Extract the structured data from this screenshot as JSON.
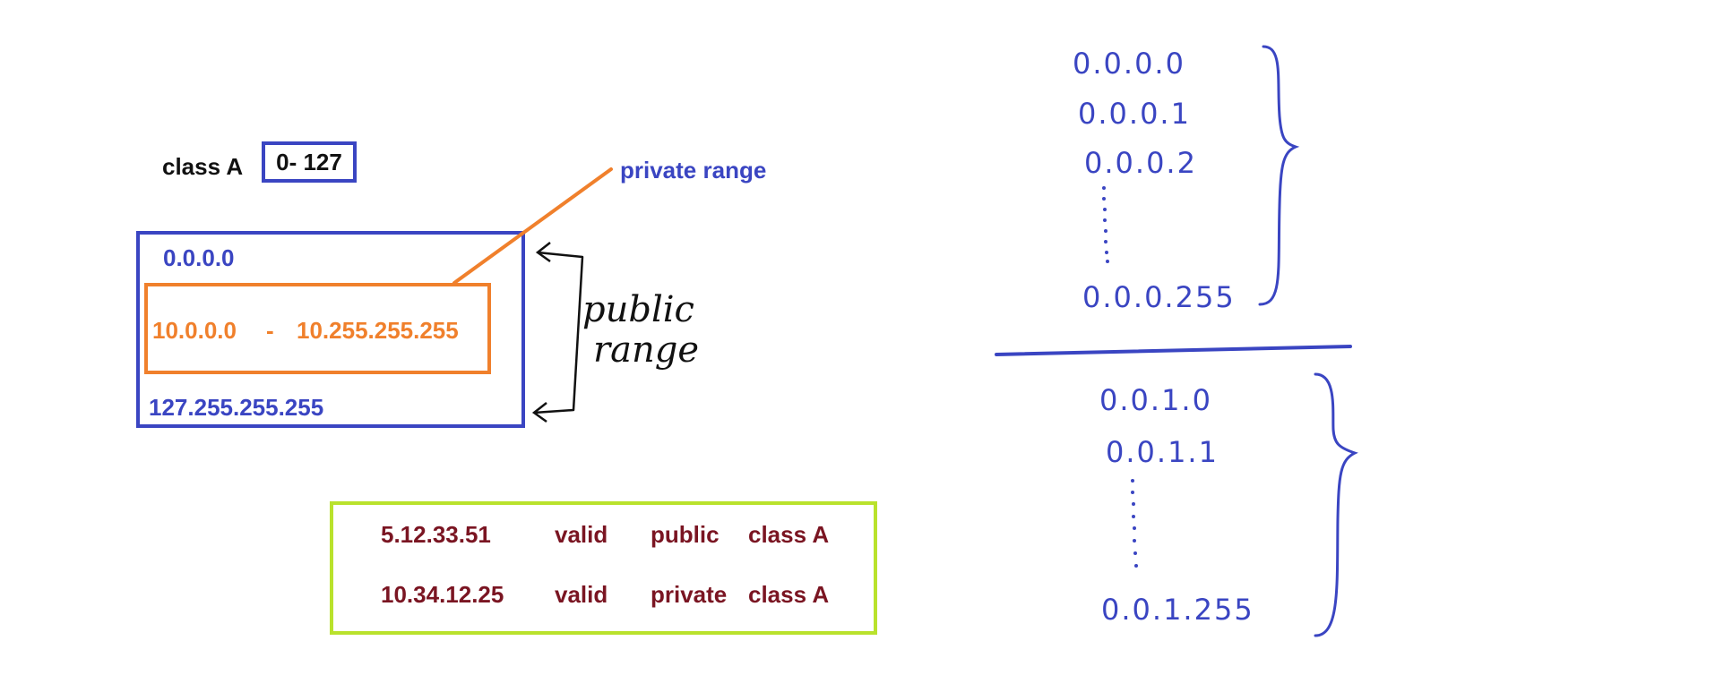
{
  "class_a": {
    "label": "class A",
    "range": "0- 127"
  },
  "address_box": {
    "start": "0.0.0.0",
    "end": "127.255.255.255",
    "private_from": "10.0.0.0",
    "private_dash": "-",
    "private_to": "10.255.255.255"
  },
  "private_label": "private range",
  "public_label": {
    "line1": "public",
    "line2": "range"
  },
  "examples": [
    {
      "ip": "5.12.33.51",
      "validity": "valid",
      "type": "public",
      "class": "class A"
    },
    {
      "ip": "10.34.12.25",
      "validity": "valid",
      "type": "private",
      "class": "class A"
    }
  ],
  "subnet_blocks": [
    {
      "lines": [
        "0.0.0.0",
        "0.0.0.1",
        "0.0.0.2",
        "0.0.0.255"
      ]
    },
    {
      "lines": [
        "0.0.1.0",
        "0.0.1.1",
        "0.0.1.255"
      ]
    }
  ],
  "colors": {
    "blue": "#3a45c2",
    "orange": "#f0802c",
    "green": "#b9e22c",
    "maroon": "#7a1522"
  }
}
